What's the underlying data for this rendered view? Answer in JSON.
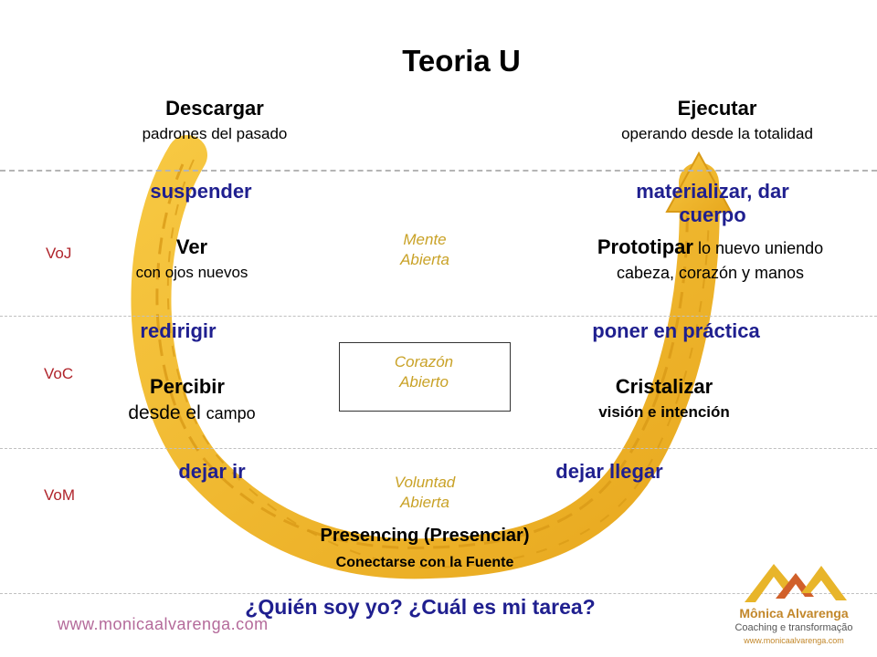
{
  "title": "Teoria U",
  "left": {
    "descargar": "Descargar",
    "descargar_sub": "padrones del pasado",
    "suspender": "suspender",
    "ver": "Ver",
    "ver_sub": "con ojos nuevos",
    "redirigir": "redirigir",
    "percibir": "Percibir",
    "percibir_sub_1": "desde el",
    "percibir_sub_2": "campo",
    "dejar_ir": "dejar ir"
  },
  "right": {
    "ejecutar": "Ejecutar",
    "ejecutar_sub": "operando desde la totalidad",
    "materializar_1": "materializar, dar",
    "materializar_2": "cuerpo",
    "prototipar": "Prototipar",
    "prototipar_sub_1": "lo nuevo uniendo",
    "prototipar_sub_2": "cabeza, corazón y manos",
    "poner": "poner en práctica",
    "cristalizar": "Cristalizar",
    "cristalizar_sub": "visión e intención",
    "dejar_llegar": "dejar llegar"
  },
  "center": {
    "mente_1": "Mente",
    "mente_2": "Abierta",
    "corazon_1": "Corazón",
    "corazon_2": "Abierto",
    "voluntad_1": "Voluntad",
    "voluntad_2": "Abierta",
    "presencing": "Presencing (Presenciar)",
    "presencing_sub": "Conectarse con la Fuente"
  },
  "levels": {
    "voj": "VoJ",
    "voc": "VoC",
    "vom": "VoM"
  },
  "footer": {
    "question": "¿Quién soy yo? ¿Cuál es mi tarea?",
    "url": "www.monicaalvarenga.com"
  },
  "brand": {
    "name": "Mônica Alvarenga",
    "tagline": "Coaching e transformação",
    "url": "www.monicaalvarenga.com"
  },
  "colors": {
    "arrow": "#f2b92b",
    "arrow_dark": "#d99a16",
    "label_blue": "#1f1f8f",
    "level_red": "#b0242b",
    "center_gold": "#c9a227"
  }
}
